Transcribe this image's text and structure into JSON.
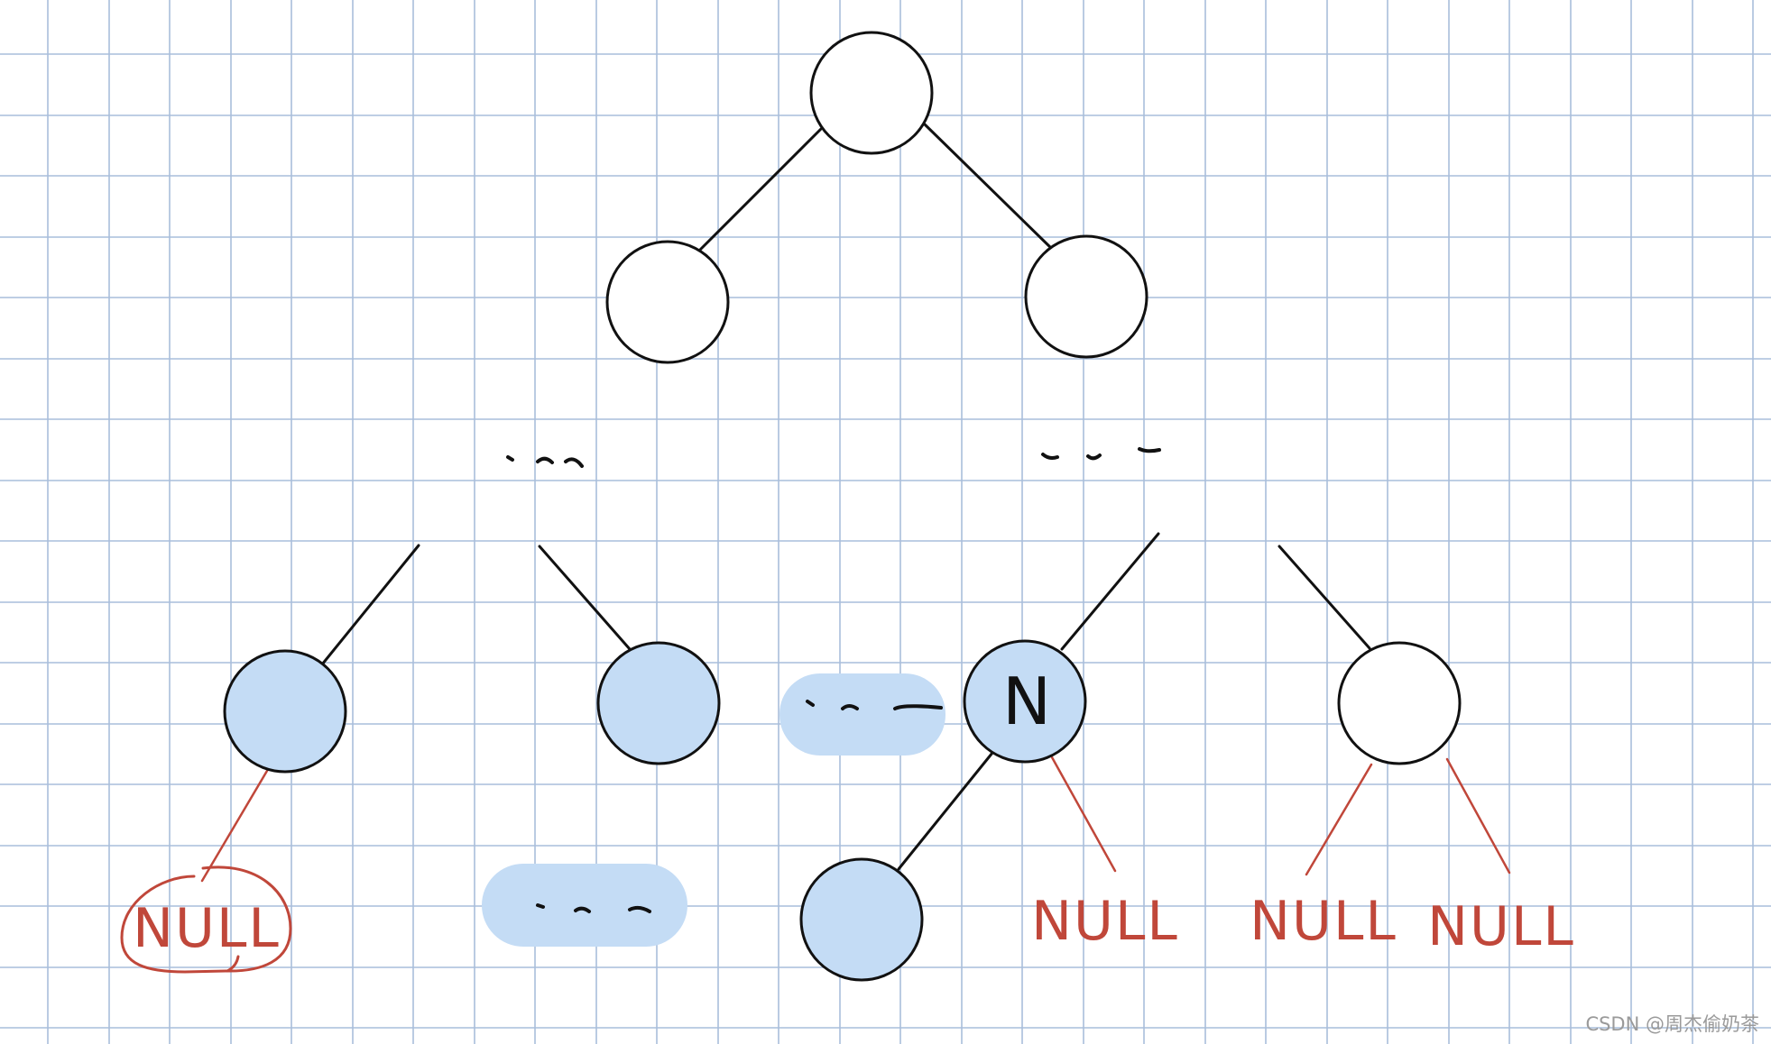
{
  "diagram": {
    "type": "binary-tree sketch on grid paper",
    "colors": {
      "grid": "#a9bedb",
      "edge": "#111111",
      "null_edge": "#c0473a",
      "null_text": "#c0473a",
      "highlight_fill": "#c4dcf5",
      "node_stroke": "#111111",
      "background": "#ffffff"
    },
    "node_labels": {
      "n": "N"
    },
    "null_labels": {
      "left_circled": "NULL",
      "n_right": "NULL",
      "last_left": "NULL",
      "last_right": "NULL"
    },
    "watermark": "CSDN @周杰偷奶茶"
  }
}
